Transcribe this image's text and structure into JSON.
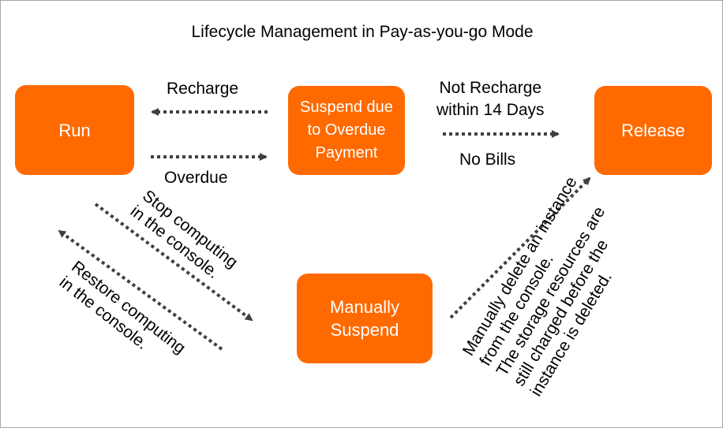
{
  "title": "Lifecycle Management in Pay-as-you-go Mode",
  "nodes": {
    "run": "Run",
    "suspend_overdue": "Suspend due\nto Overdue\nPayment",
    "release": "Release",
    "manually_suspend": "Manually\nSuspend"
  },
  "edges": {
    "recharge": "Recharge",
    "overdue": "Overdue",
    "not_recharge": "Not Recharge\nwithin 14 Days",
    "no_bills": "No Bills",
    "stop_computing": "Stop computing\nin the console.",
    "restore_computing": "Restore computing\nin the console.",
    "manually_delete": "Manually delete an instance\nfrom the console.\nThe storage resources are\nstill charged before the\ninstance is deleted."
  },
  "colors": {
    "node_fill": "#ff6a00",
    "arrow": "#404040"
  }
}
